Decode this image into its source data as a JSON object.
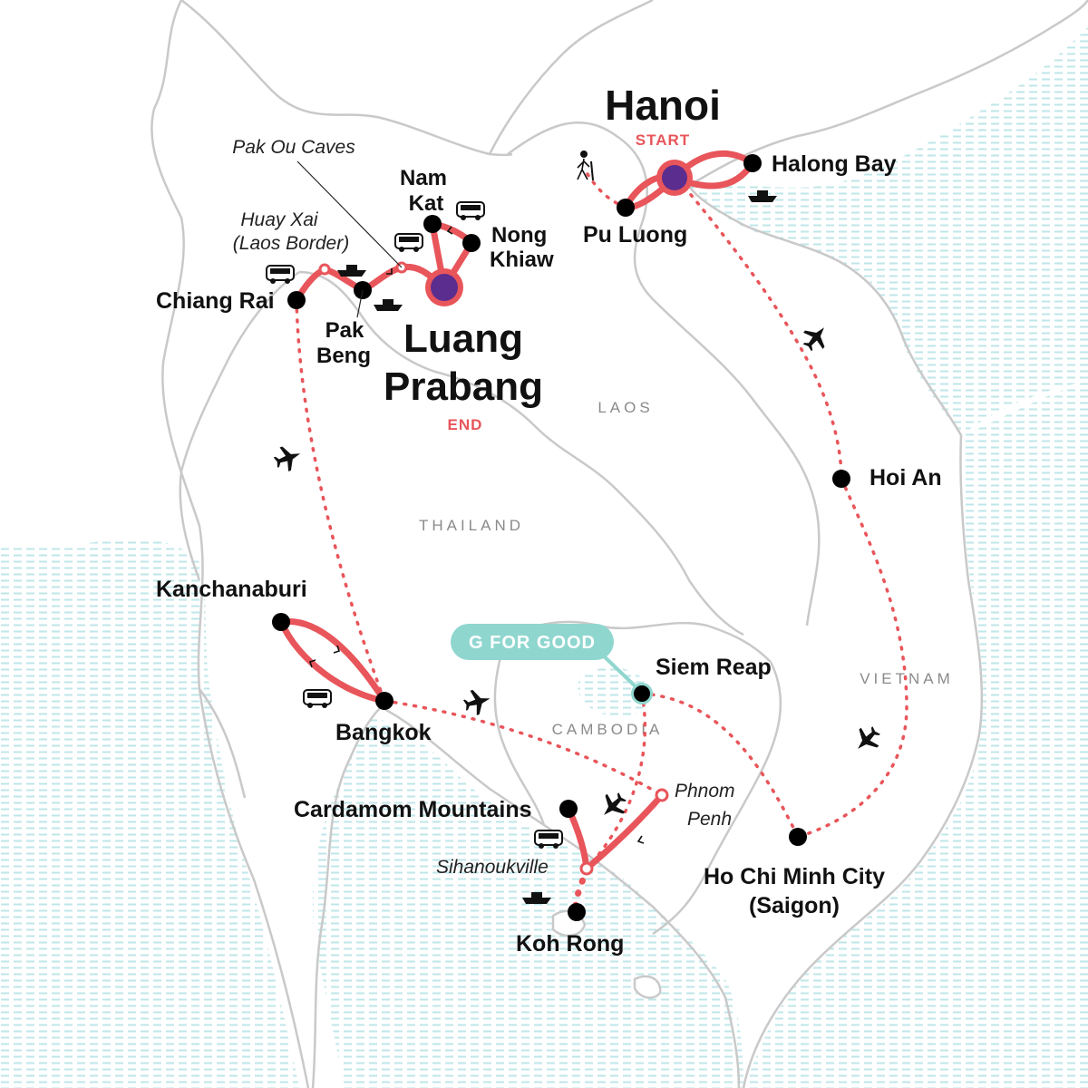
{
  "map": {
    "countries": {
      "laos": "LAOS",
      "thailand": "THAILAND",
      "cambodia": "CAMBODIA",
      "vietnam": "VIETNAM"
    },
    "start": {
      "city": "Hanoi",
      "tag": "START"
    },
    "end": {
      "city_line1": "Luang",
      "city_line2": "Prabang",
      "tag": "END"
    },
    "g_for_good": "G FOR GOOD",
    "places": {
      "halong_bay": "Halong Bay",
      "pu_luong": "Pu Luong",
      "nam_kat_1": "Nam",
      "nam_kat_2": "Kat",
      "nong_khiaw_1": "Nong",
      "nong_khiaw_2": "Khiaw",
      "pak_ou_caves": "Pak Ou Caves",
      "huay_xai_1": "Huay Xai",
      "huay_xai_2": "(Laos Border)",
      "chiang_rai": "Chiang Rai",
      "pak_beng_1": "Pak",
      "pak_beng_2": "Beng",
      "hoi_an": "Hoi An",
      "kanchanaburi": "Kanchanaburi",
      "bangkok": "Bangkok",
      "siem_reap": "Siem Reap",
      "phnom_penh_1": "Phnom",
      "phnom_penh_2": "Penh",
      "cardamom": "Cardamom Mountains",
      "sihanoukville": "Sihanoukville",
      "koh_rong": "Koh Rong",
      "hcmc_1": "Ho Chi Minh City",
      "hcmc_2": "(Saigon)"
    },
    "colors": {
      "route": "#e8555a",
      "highlight": "#5b2d8e",
      "g_for_good": "#8fd6cf",
      "border": "#c9c9c9",
      "water": "#bfe6e8"
    },
    "icons": [
      "airplane-icon",
      "bus-icon",
      "boat-icon",
      "hiker-icon"
    ]
  }
}
